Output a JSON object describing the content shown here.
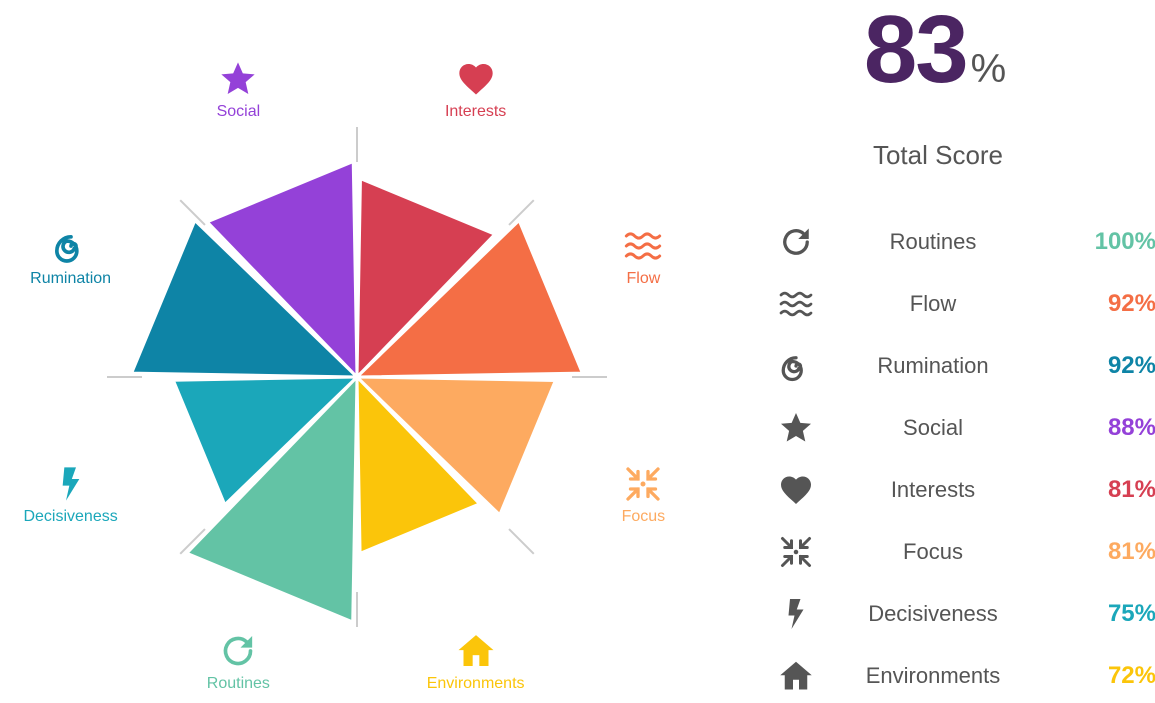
{
  "total": {
    "value": "83",
    "unit": "%",
    "label": "Total Score"
  },
  "chart_data": {
    "type": "radar",
    "axes": [
      {
        "name": "Interests",
        "value": 81,
        "color": "#d63f52",
        "icon": "heart-icon"
      },
      {
        "name": "Flow",
        "value": 92,
        "color": "#f46e45",
        "icon": "waves-icon"
      },
      {
        "name": "Focus",
        "value": 81,
        "color": "#fdaa60",
        "icon": "compress-icon"
      },
      {
        "name": "Environments",
        "value": 72,
        "color": "#fbc50a",
        "icon": "home-icon"
      },
      {
        "name": "Routines",
        "value": 100,
        "color": "#63c3a5",
        "icon": "refresh-icon"
      },
      {
        "name": "Decisiveness",
        "value": 75,
        "color": "#1ba7ba",
        "icon": "bolt-icon"
      },
      {
        "name": "Rumination",
        "value": 92,
        "color": "#0e84a6",
        "icon": "spiral-icon"
      },
      {
        "name": "Social",
        "value": 88,
        "color": "#9441d8",
        "icon": "star-icon"
      }
    ],
    "range": [
      0,
      100
    ],
    "grid": false
  },
  "scores": [
    {
      "name": "Routines",
      "value": "100%",
      "color": "#63c3a5",
      "icon": "refresh-icon"
    },
    {
      "name": "Flow",
      "value": "92%",
      "color": "#f46e45",
      "icon": "waves-icon"
    },
    {
      "name": "Rumination",
      "value": "92%",
      "color": "#0e84a6",
      "icon": "spiral-icon"
    },
    {
      "name": "Social",
      "value": "88%",
      "color": "#9441d8",
      "icon": "star-icon"
    },
    {
      "name": "Interests",
      "value": "81%",
      "color": "#d63f52",
      "icon": "heart-icon"
    },
    {
      "name": "Focus",
      "value": "81%",
      "color": "#fdaa60",
      "icon": "compress-icon"
    },
    {
      "name": "Decisiveness",
      "value": "75%",
      "color": "#1ba7ba",
      "icon": "bolt-icon"
    },
    {
      "name": "Environments",
      "value": "72%",
      "color": "#fbc50a",
      "icon": "home-icon"
    }
  ],
  "colors": {
    "total": "#4b2562",
    "neutral": "#555555",
    "axis": "#cccccc"
  }
}
